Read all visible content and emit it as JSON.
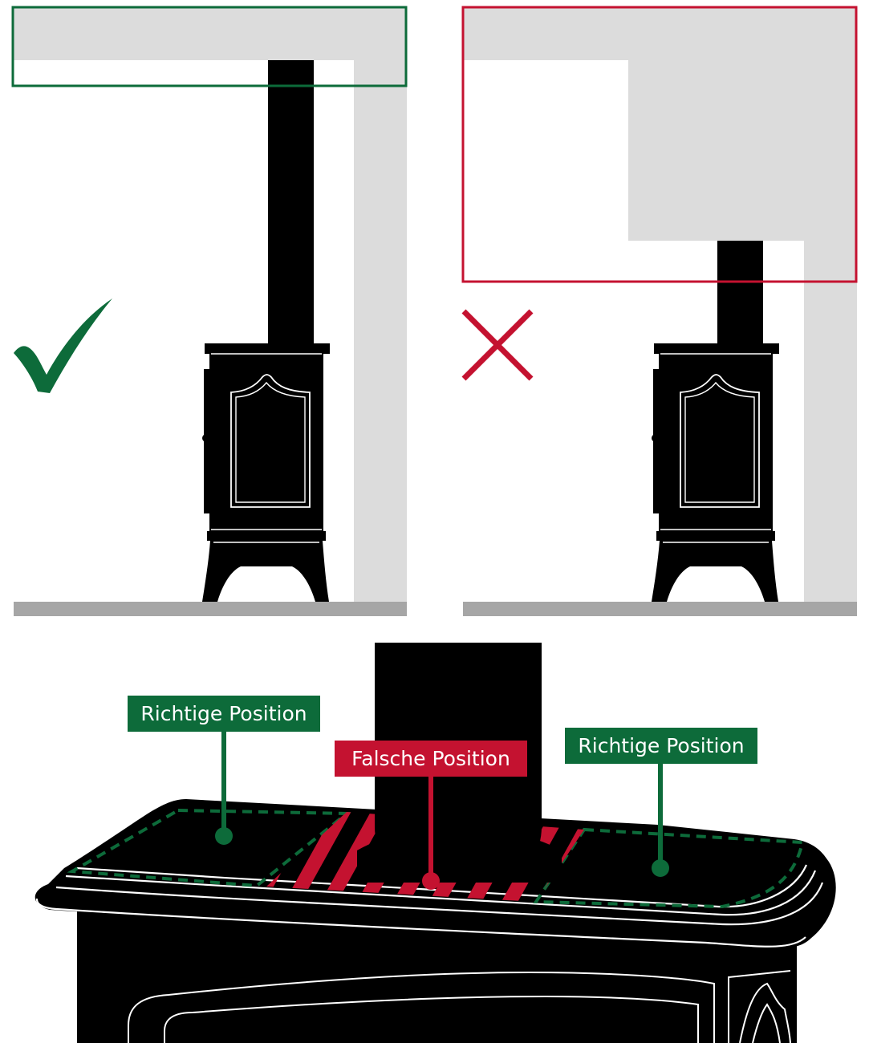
{
  "colors": {
    "correct": "#0d6b3a",
    "wrong": "#c41230",
    "wall": "#dcdcdc",
    "floor": "#a6a6a6",
    "stove": "#000000",
    "outline_white": "#ffffff"
  },
  "panels": {
    "correct": {
      "icon": "checkmark-icon",
      "meaning": "correct"
    },
    "wrong": {
      "icon": "cross-icon",
      "meaning": "wrong"
    }
  },
  "labels": {
    "left": "Richtige Position",
    "center": "Falsche Position",
    "right": "Richtige Position"
  }
}
